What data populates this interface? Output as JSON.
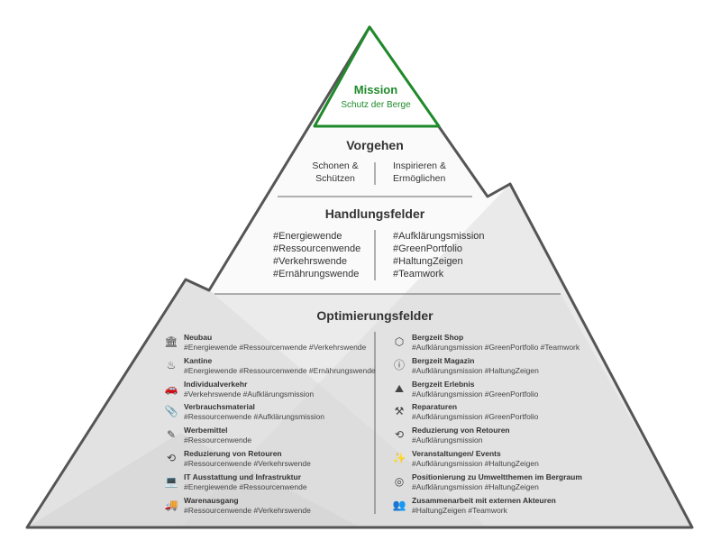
{
  "colors": {
    "accent": "#1f8a2a",
    "outline": "#555555"
  },
  "mission": {
    "title": "Mission",
    "subtitle": "Schutz der Berge"
  },
  "vorgehen": {
    "title": "Vorgehen",
    "left": [
      "Schonen &",
      "Schützen"
    ],
    "right": [
      "Inspirieren &",
      "Ermöglichen"
    ]
  },
  "handlungsfelder": {
    "title": "Handlungsfelder",
    "left": [
      "#Energiewende",
      "#Ressourcenwende",
      "#Verkehrswende",
      "#Ernährungswende"
    ],
    "right": [
      "#Aufklärungsmission",
      "#GreenPortfolio",
      "#HaltungZeigen",
      "#Teamwork"
    ]
  },
  "optimierungsfelder": {
    "title": "Optimierungsfelder",
    "left": [
      {
        "icon": "building-icon",
        "name": "Neubau",
        "tags": "#Energiewende #Ressourcenwende #Verkehrswende"
      },
      {
        "icon": "chef-hat-icon",
        "name": "Kantine",
        "tags": "#Energiewende #Ressourcenwende #Ernährungswende"
      },
      {
        "icon": "car-icon",
        "name": "Individualverkehr",
        "tags": "#Verkehrswende #Aufklärungsmission"
      },
      {
        "icon": "supplies-icon",
        "name": "Verbrauchsmaterial",
        "tags": "#Ressourcenwende #Aufklärungsmission"
      },
      {
        "icon": "pen-icon",
        "name": "Werbemittel",
        "tags": "#Ressourcenwende"
      },
      {
        "icon": "return-icon",
        "name": "Reduzierung von Retouren",
        "tags": "#Ressourcenwende #Verkehrswende"
      },
      {
        "icon": "laptop-icon",
        "name": "IT Ausstattung und Infrastruktur",
        "tags": "#Energiewende #Ressourcenwende"
      },
      {
        "icon": "truck-icon",
        "name": "Warenausgang",
        "tags": "#Ressourcenwende #Verkehrswende"
      }
    ],
    "right": [
      {
        "icon": "shop-icon",
        "name": "Bergzeit Shop",
        "tags": "#Aufklärungsmission #GreenPortfolio #Teamwork"
      },
      {
        "icon": "magazine-icon",
        "name": "Bergzeit Magazin",
        "tags": "#Aufklärungsmission #HaltungZeigen"
      },
      {
        "icon": "experience-icon",
        "name": "Bergzeit Erlebnis",
        "tags": "#Aufklärungsmission #GreenPortfolio"
      },
      {
        "icon": "hammer-icon",
        "name": "Reparaturen",
        "tags": "#Aufklärungsmission #GreenPortfolio"
      },
      {
        "icon": "return-icon",
        "name": "Reduzierung von Retouren",
        "tags": "#Aufklärungsmission"
      },
      {
        "icon": "confetti-icon",
        "name": "Veranstaltungen/ Events",
        "tags": "#Aufklärungsmission #HaltungZeigen"
      },
      {
        "icon": "compass-icon",
        "name": "Positionierung zu Umweltthemen im Bergraum",
        "tags": "#Aufklärungsmission #HaltungZeigen"
      },
      {
        "icon": "team-icon",
        "name": "Zusammenarbeit mit externen Akteuren",
        "tags": "#HaltungZeigen #Teamwork"
      }
    ]
  }
}
